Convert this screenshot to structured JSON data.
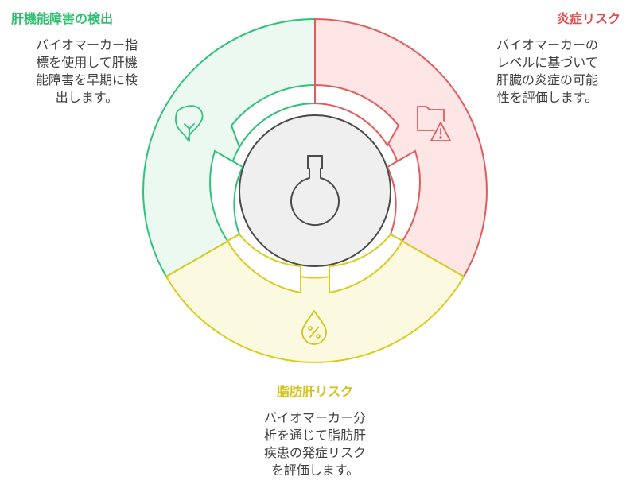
{
  "colors": {
    "green_stroke": "#2fc37a",
    "green_fill": "#ebf9f0",
    "green_text": "#2fbf71",
    "red_stroke": "#e45b5b",
    "red_fill": "#ffe6e6",
    "red_text": "#e34d4d",
    "yellow_stroke": "#d9cc1c",
    "yellow_fill": "#fcf9e1",
    "yellow_text": "#d4c41c",
    "center_fill": "#efefef",
    "center_stroke": "#4a4a4a"
  },
  "sections": {
    "green": {
      "title": "肝機能障害の検出",
      "lines": [
        "バイオマーカー指",
        "標を使用して肝機",
        "能障害を早期に検",
        "出します。"
      ],
      "icon": "liver-icon"
    },
    "red": {
      "title": "炎症リスク",
      "lines": [
        "バイオマーカーの",
        "レベルに基づいて",
        "肝臓の炎症の可能",
        "性を評価します。"
      ],
      "icon": "folder-warning-icon"
    },
    "yellow": {
      "title": "脂肪肝リスク",
      "lines": [
        "バイオマーカー分",
        "析を通じて脂肪肝",
        "疾患の発症リスク",
        "を評価します。"
      ],
      "icon": "fat-drop-percent-icon"
    }
  },
  "center": {
    "icon": "flask-icon"
  }
}
